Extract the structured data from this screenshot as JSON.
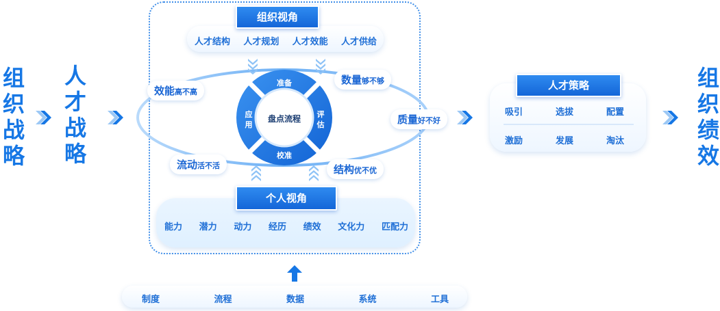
{
  "left": {
    "org_strategy": [
      "组",
      "织",
      "战",
      "略"
    ],
    "talent_strategy": [
      "人",
      "才",
      "战",
      "略"
    ]
  },
  "right": {
    "org_performance": [
      "组",
      "织",
      "绩",
      "效"
    ]
  },
  "org_view": {
    "title": "组织视角",
    "items": [
      "人才结构",
      "人才规划",
      "人才效能",
      "人才供给"
    ]
  },
  "personal_view": {
    "title": "个人视角",
    "items": [
      "能力",
      "潜力",
      "动力",
      "经历",
      "绩效",
      "文化力",
      "匹配力"
    ]
  },
  "ring": {
    "center": "盘点流程",
    "top": "准备",
    "right": [
      "评",
      "估"
    ],
    "bottom": "校准",
    "left": [
      "应",
      "用"
    ]
  },
  "tags": {
    "efficiency": {
      "main": "效能",
      "sub": "高不高"
    },
    "quantity": {
      "main": "数量",
      "sub": "够不够"
    },
    "quality": {
      "main": "质量",
      "sub": "好不好"
    },
    "flow": {
      "main": "流动",
      "sub": "活不活"
    },
    "structure": {
      "main": "结构",
      "sub": "优不优"
    }
  },
  "talent_policy": {
    "title": "人才策略",
    "row1": [
      "吸引",
      "选拔",
      "配置"
    ],
    "row2": [
      "激励",
      "发展",
      "淘汰"
    ]
  },
  "foundation": {
    "items": [
      "制度",
      "流程",
      "数据",
      "系统",
      "工具"
    ]
  },
  "colors": {
    "primary": "#1677e5",
    "dark": "#1466d8",
    "light": "#eef6ff"
  }
}
